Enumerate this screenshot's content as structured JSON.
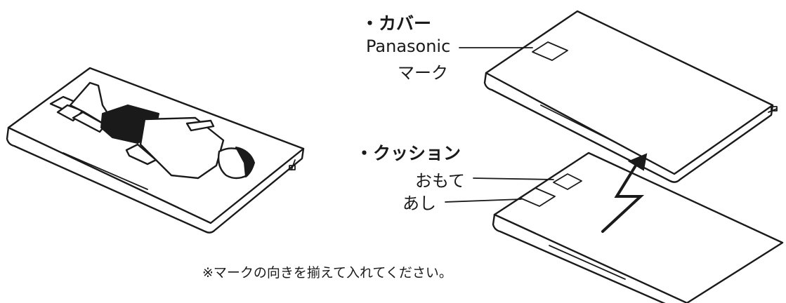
{
  "cover": {
    "heading": "・カバー",
    "brand": "Panasonic",
    "mark": "マーク"
  },
  "cushion": {
    "heading": "・クッション",
    "front_label": "おもて",
    "foot_label": "あし"
  },
  "note": "※マークの向きを揃えて入れてください。"
}
